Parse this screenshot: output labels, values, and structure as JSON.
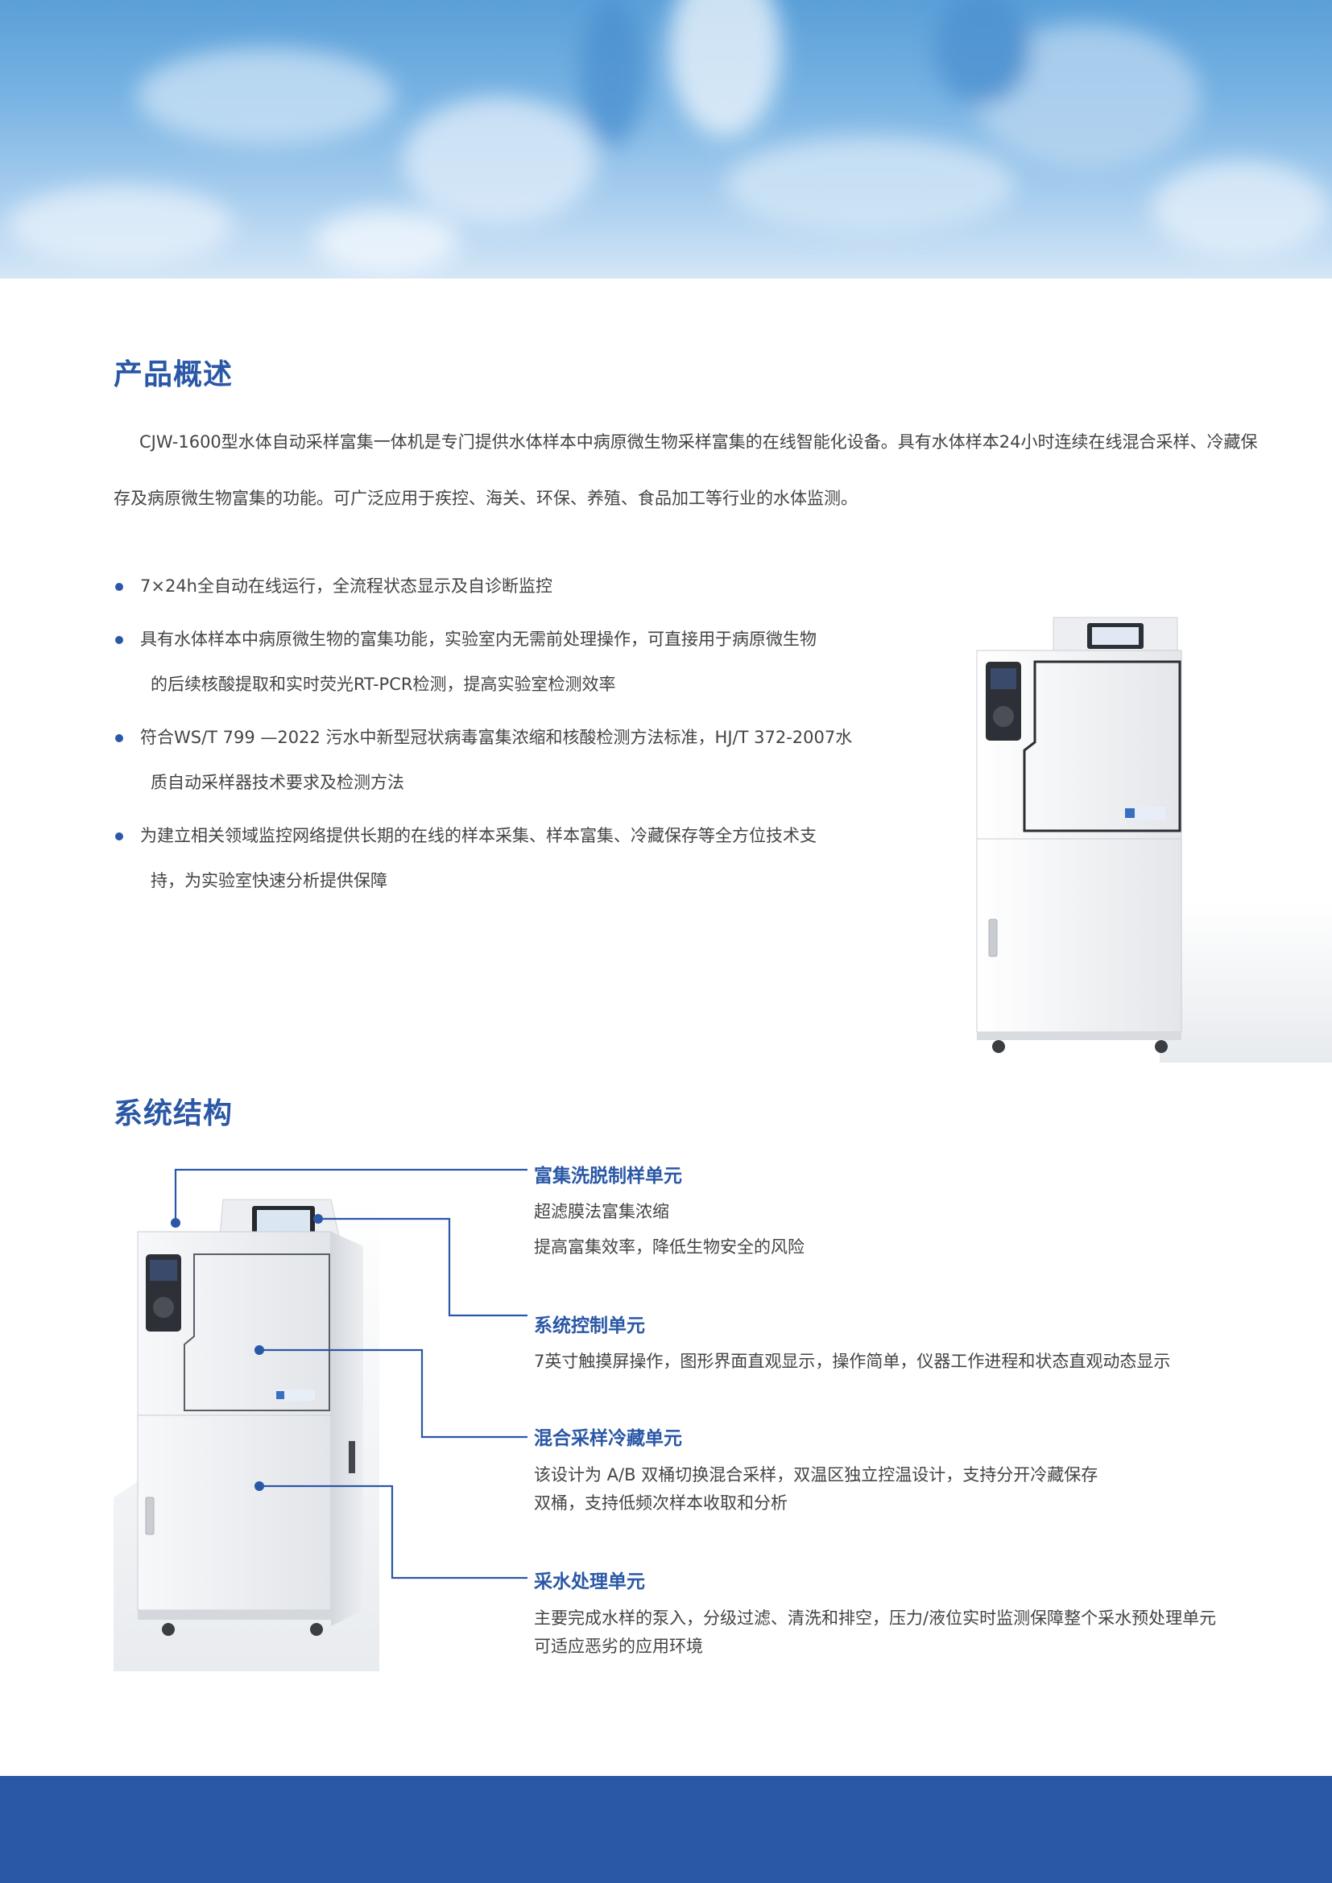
{
  "overview": {
    "title": "产品概述",
    "intro": "CJW-1600型水体自动采样富集一体机是专门提供水体样本中病原微生物采样富集的在线智能化设备。具有水体样本24小时连续在线混合采样、冷藏保存及病原微生物富集的功能。可广泛应用于疾控、海关、环保、养殖、食品加工等行业的水体监测。",
    "features": [
      {
        "line1": "7×24h全自动在线运行，全流程状态显示及自诊断监控",
        "line2": ""
      },
      {
        "line1": "具有水体样本中病原微生物的富集功能，实验室内无需前处理操作，可直接用于病原微生物",
        "line2": "的后续核酸提取和实时荧光RT-PCR检测，提高实验室检测效率"
      },
      {
        "line1": "符合WS/T 799 —2022 污水中新型冠状病毒富集浓缩和核酸检测方法标准，HJ/T 372-2007水",
        "line2": "质自动采样器技术要求及检测方法"
      },
      {
        "line1": "为建立相关领域监控网络提供长期的在线的样本采集、样本富集、冷藏保存等全方位技术支",
        "line2": "持，为实验室快速分析提供保障"
      }
    ]
  },
  "structure": {
    "title": "系统结构",
    "units": [
      {
        "title": "富集洗脱制样单元",
        "desc": [
          "超滤膜法富集浓缩",
          "提高富集效率，降低生物安全的风险"
        ]
      },
      {
        "title": "系统控制单元",
        "desc": [
          "7英寸触摸屏操作，图形界面直观显示，操作简单，仪器工作进程和状态直观动态显示"
        ]
      },
      {
        "title": "混合采样冷藏单元",
        "desc": [
          "该设计为 A/B 双桶切换混合采样，双温区独立控温设计，支持分开冷藏保存",
          "双桶，支持低频次样本收取和分析"
        ]
      },
      {
        "title": "采水处理单元",
        "desc": [
          "主要完成水样的泵入，分级过滤、清洗和排空，压力/液位实时监测保障整个采水预处理单元",
          "可适应恶劣的应用环境"
        ]
      }
    ]
  },
  "colors": {
    "accent": "#2a57a6",
    "text": "#444444",
    "hero": "#6aa9de"
  }
}
